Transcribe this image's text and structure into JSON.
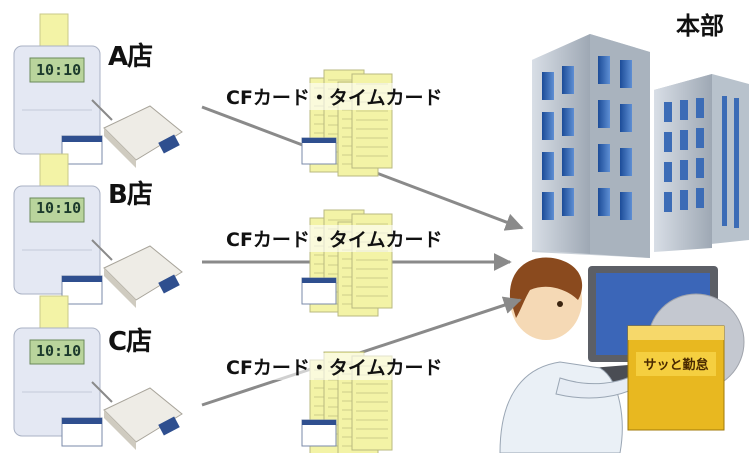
{
  "hq": {
    "label": "本部"
  },
  "stores": [
    {
      "label": "A店",
      "clock_display": "10:10",
      "flow_label": "CFカード・タイムカード"
    },
    {
      "label": "B店",
      "clock_display": "10:10",
      "flow_label": "CFカード・タイムカード"
    },
    {
      "label": "C店",
      "clock_display": "10:10",
      "flow_label": "CFカード・タイムカード"
    }
  ],
  "software_box": {
    "title": "サッと勤怠"
  },
  "colors": {
    "timecard": "#f3f3a6",
    "clock_body": "#e4e8f3",
    "clock_display": "#b9d49c",
    "arrow": "#8a8a8a",
    "building_glass": "#2c5fb0",
    "box": "#e8b820"
  }
}
